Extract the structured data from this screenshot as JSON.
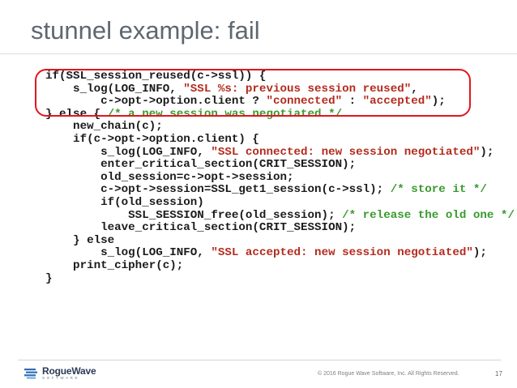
{
  "slide": {
    "title": "stunnel example: fail"
  },
  "code": {
    "lines": [
      [
        {
          "t": "",
          "text": "if(SSL_session_reused(c->ssl)) {"
        }
      ],
      [
        {
          "t": "",
          "text": "    s_log(LOG_INFO, "
        },
        {
          "t": "s",
          "text": "\"SSL %s: previous session reused\""
        },
        {
          "t": "",
          "text": ","
        }
      ],
      [
        {
          "t": "",
          "text": "        c->opt->option.client ? "
        },
        {
          "t": "s",
          "text": "\"connected\""
        },
        {
          "t": "",
          "text": " : "
        },
        {
          "t": "s",
          "text": "\"accepted\""
        },
        {
          "t": "",
          "text": ");"
        }
      ],
      [
        {
          "t": "",
          "text": "} else { "
        },
        {
          "t": "c",
          "text": "/* a new session was negotiated */"
        }
      ],
      [
        {
          "t": "",
          "text": "    new_chain(c);"
        }
      ],
      [
        {
          "t": "",
          "text": "    if(c->opt->option.client) {"
        }
      ],
      [
        {
          "t": "",
          "text": "        s_log(LOG_INFO, "
        },
        {
          "t": "s",
          "text": "\"SSL connected: new session negotiated\""
        },
        {
          "t": "",
          "text": ");"
        }
      ],
      [
        {
          "t": "",
          "text": "        enter_critical_section(CRIT_SESSION);"
        }
      ],
      [
        {
          "t": "",
          "text": "        old_session=c->opt->session;"
        }
      ],
      [
        {
          "t": "",
          "text": "        c->opt->session=SSL_get1_session(c->ssl); "
        },
        {
          "t": "c",
          "text": "/* store it */"
        }
      ],
      [
        {
          "t": "",
          "text": "        if(old_session)"
        }
      ],
      [
        {
          "t": "",
          "text": "            SSL_SESSION_free(old_session); "
        },
        {
          "t": "c",
          "text": "/* release the old one */"
        }
      ],
      [
        {
          "t": "",
          "text": "        leave_critical_section(CRIT_SESSION);"
        }
      ],
      [
        {
          "t": "",
          "text": "    } else"
        }
      ],
      [
        {
          "t": "",
          "text": "        s_log(LOG_INFO, "
        },
        {
          "t": "s",
          "text": "\"SSL accepted: new session negotiated\""
        },
        {
          "t": "",
          "text": ");"
        }
      ],
      [
        {
          "t": "",
          "text": "    print_cipher(c);"
        }
      ],
      [
        {
          "t": "",
          "text": "}"
        }
      ]
    ],
    "colors": {
      "text": "#1a1a1a",
      "string": "#b32b1d",
      "comment": "#3a9a2e",
      "highlight": "#e0161f"
    }
  },
  "footer": {
    "logo_name": "RogueWave",
    "logo_sub": "SOFTWARE",
    "copyright": "© 2016 Rogue Wave Software, Inc. All Rights Reserved.",
    "page_number": "17"
  }
}
